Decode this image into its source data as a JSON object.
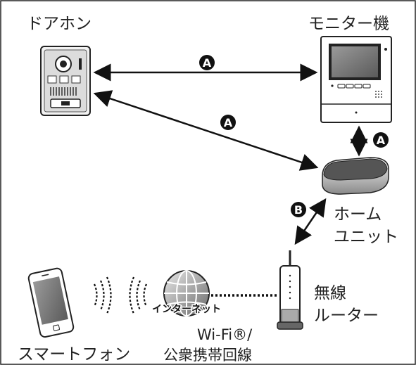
{
  "labels": {
    "doorphone": "ドアホン",
    "monitor": "モニター機",
    "home_unit_line1": "ホーム",
    "home_unit_line2": "ユニット",
    "router_line1": "無線",
    "router_line2": "ルーター",
    "internet": "インターネット",
    "wifi": "Wi-Fi®/",
    "mobile_line": "公衆携帯回線",
    "smartphone": "スマートフォン"
  },
  "badges": {
    "a": "A",
    "b": "B"
  },
  "colors": {
    "line": "#111111",
    "frame": "#222222",
    "badge": "#111111"
  }
}
